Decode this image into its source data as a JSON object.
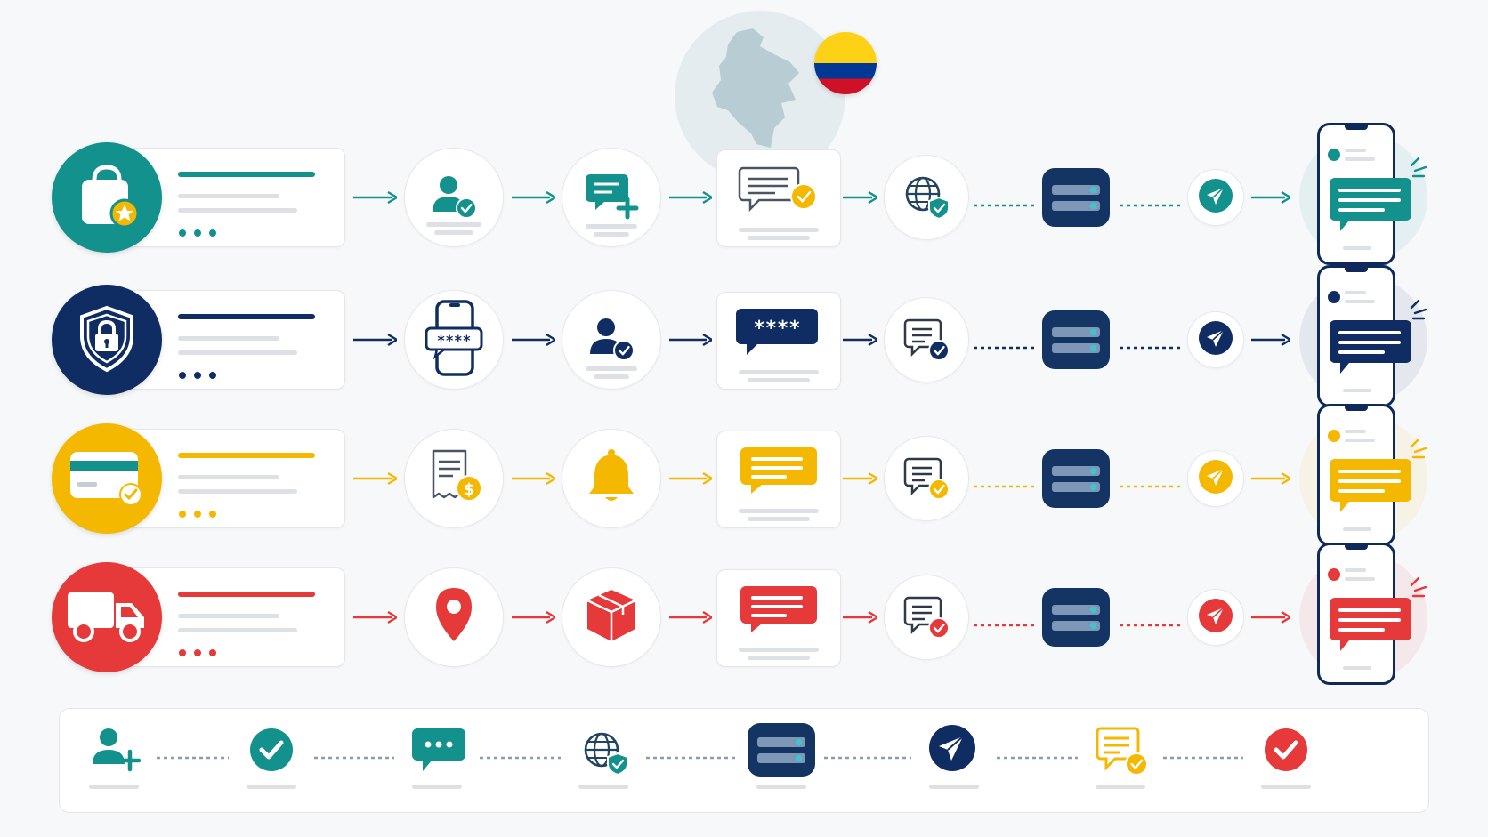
{
  "diagram": {
    "colors": {
      "teal": "#12918d",
      "navy": "#102d63",
      "yellow": "#f5b800",
      "red": "#e5393a",
      "gray_line": "#dde1e6",
      "flag_yellow": "#fcd116",
      "flag_blue": "#003893",
      "flag_red": "#ce1126"
    },
    "map": {
      "icon": "colombia-map-icon",
      "flag_icon": "colombia-flag-icon"
    },
    "rows": [
      {
        "id": "shopping",
        "color": "#12918d",
        "main_icon": "shopping-bag-star-icon",
        "steps": [
          "user-check-icon",
          "chat-add-icon",
          "document-chat-check-icon",
          "globe-shield-icon",
          "server-icon",
          "send-icon",
          "phone-message-icon"
        ]
      },
      {
        "id": "security",
        "color": "#102d63",
        "main_icon": "shield-lock-icon",
        "steps": [
          "phone-password-icon",
          "user-check-icon",
          "password-bubble-icon",
          "chat-check-icon",
          "server-icon",
          "send-icon",
          "phone-message-icon"
        ],
        "masked_code": "****"
      },
      {
        "id": "payment",
        "color": "#f5b800",
        "main_icon": "credit-card-check-icon",
        "steps": [
          "receipt-dollar-icon",
          "bell-icon",
          "message-bubble-icon",
          "chat-check-icon",
          "server-icon",
          "send-icon",
          "phone-message-icon"
        ]
      },
      {
        "id": "delivery",
        "color": "#e5393a",
        "main_icon": "delivery-truck-icon",
        "steps": [
          "location-pin-icon",
          "package-box-icon",
          "message-bubble-icon",
          "chat-check-icon",
          "server-icon",
          "send-icon",
          "phone-message-icon"
        ]
      }
    ],
    "legend": [
      "add-user-icon",
      "check-circle-icon",
      "chat-dots-icon",
      "globe-shield-icon",
      "server-icon",
      "send-icon",
      "chat-check-icon",
      "check-circle-icon"
    ]
  }
}
